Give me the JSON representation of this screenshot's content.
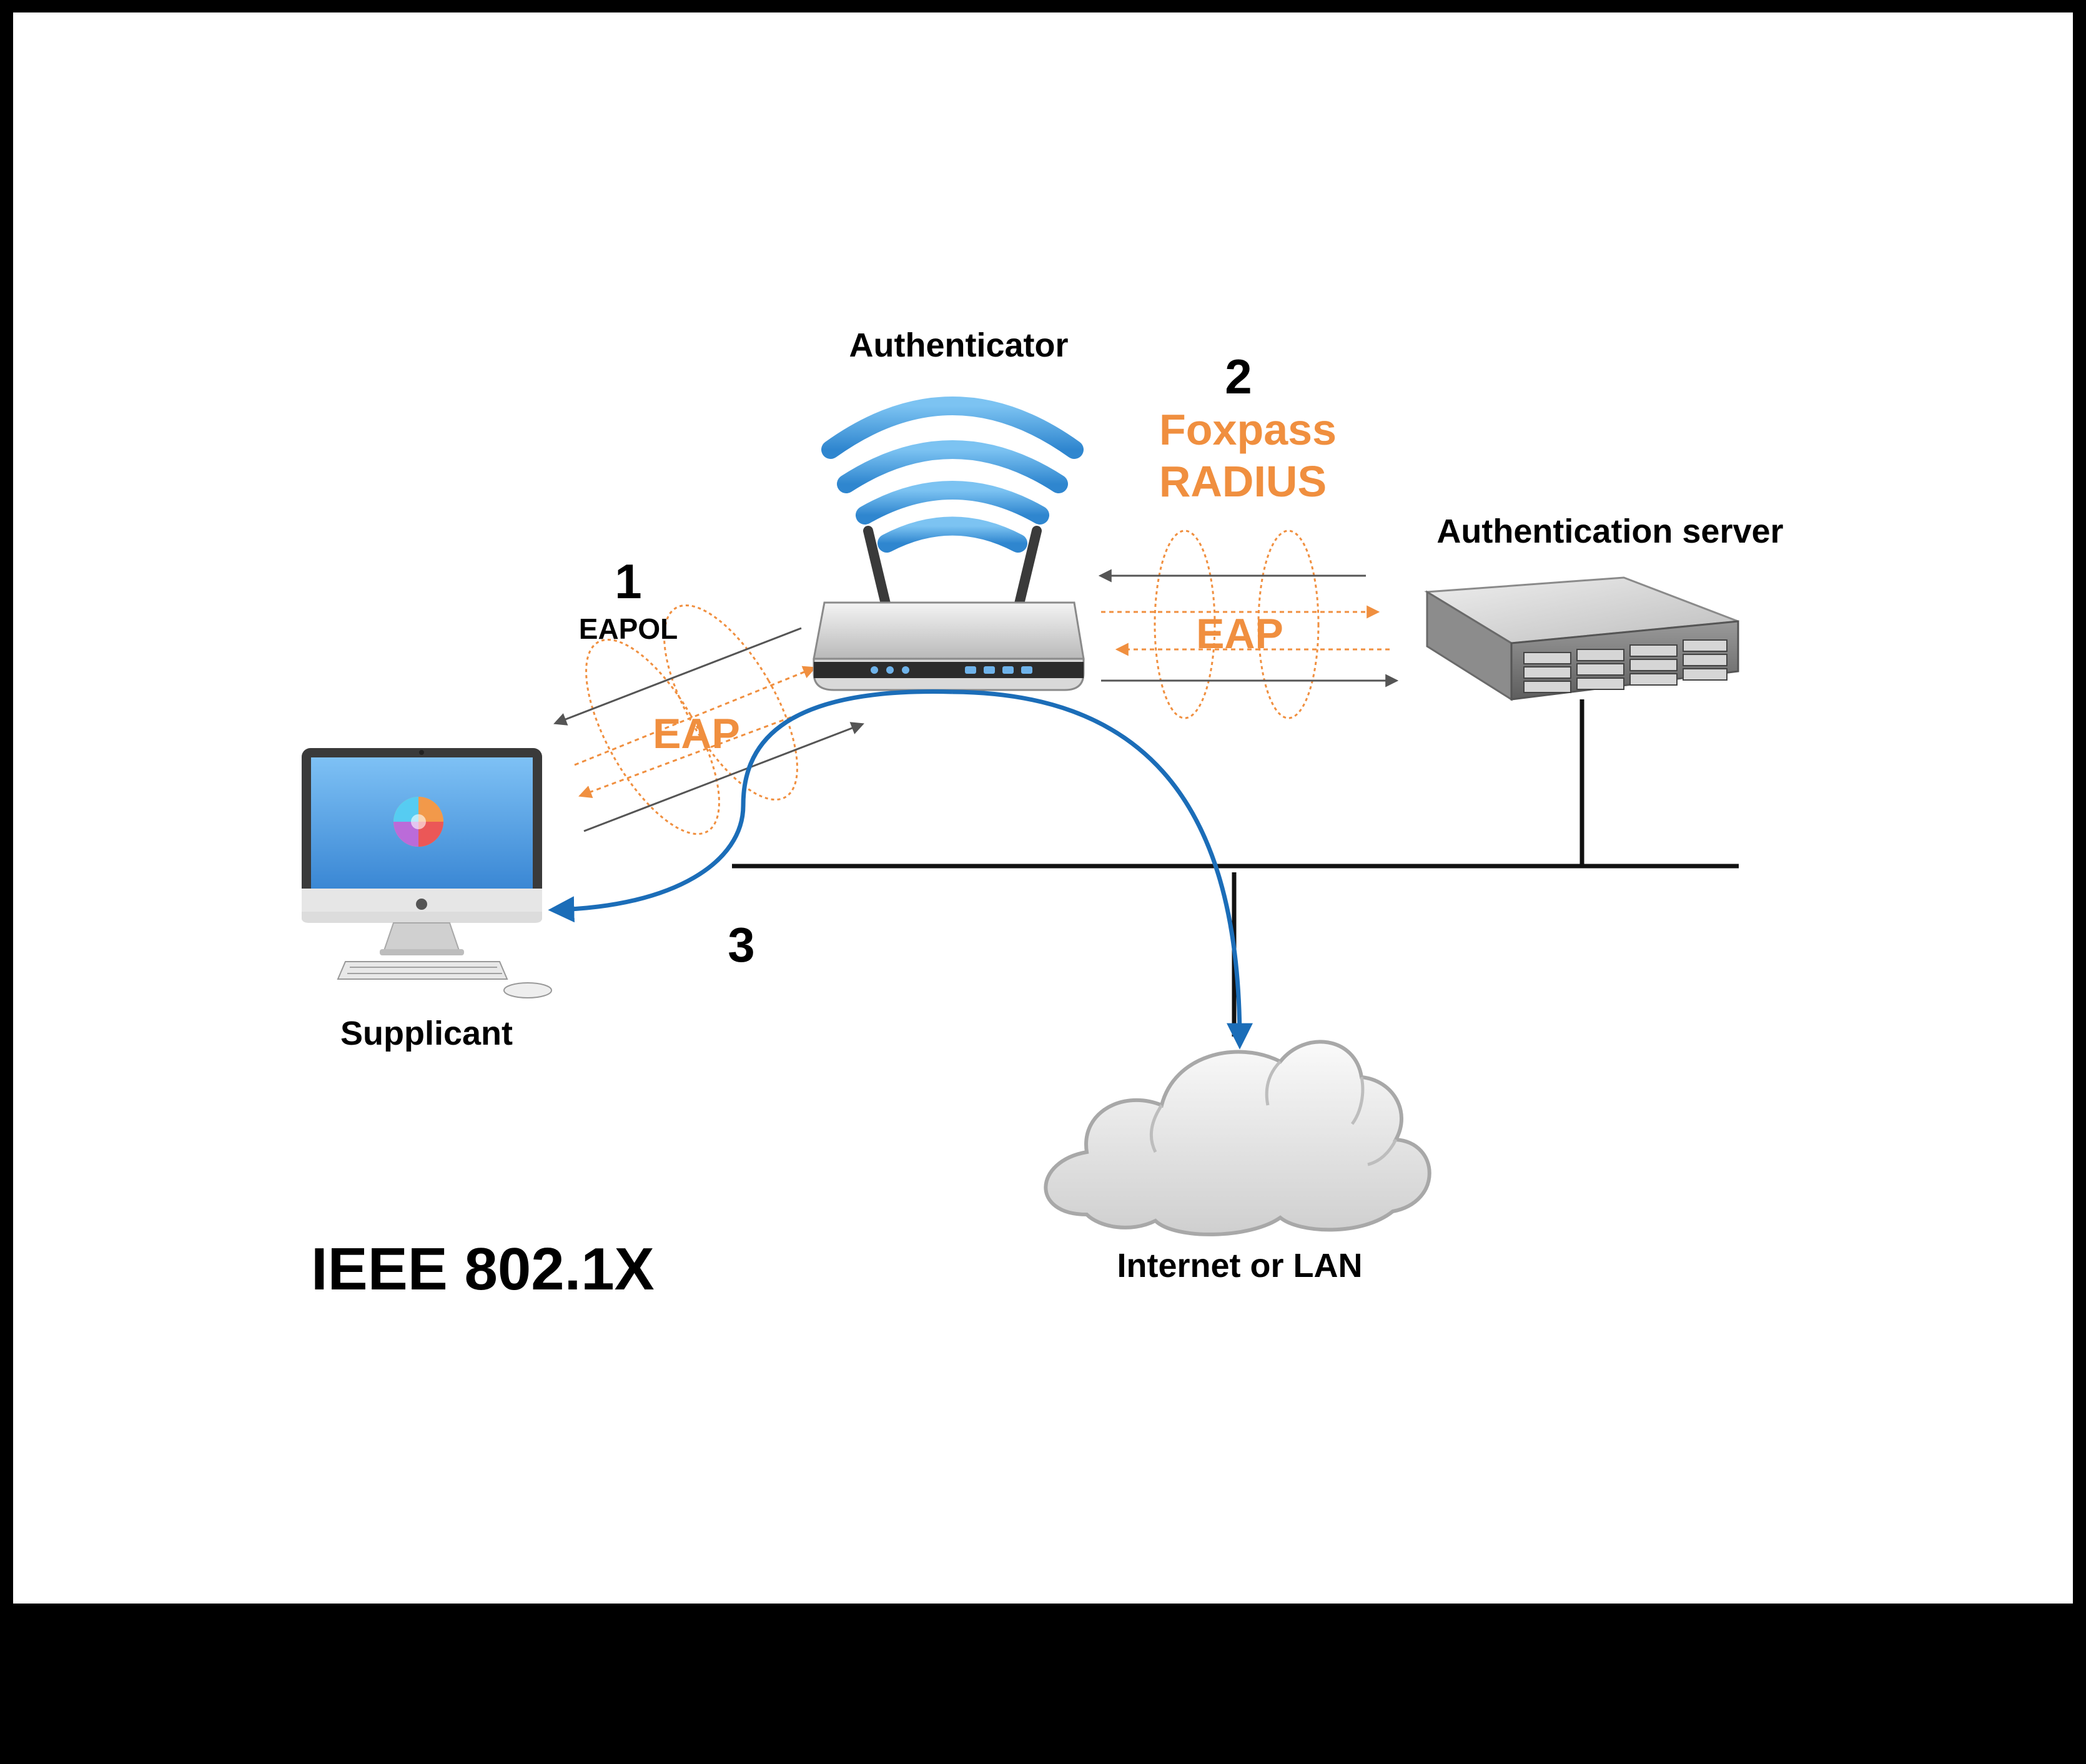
{
  "colors": {
    "frame": "#000000",
    "canvas": "#ffffff",
    "text": "#000000",
    "eap_orange": "#f08f3f",
    "link_blue": "#1b6db8",
    "wifi_blue": "#3b93d6",
    "line_gray": "#555555"
  },
  "labels": {
    "authenticator": "Authenticator",
    "step_two": "2",
    "foxpass": "Foxpass",
    "radius": "RADIUS",
    "auth_server": "Authentication server",
    "step_one": "1",
    "eapol": "EAPOL",
    "eap_left": "EAP",
    "eap_right": "EAP",
    "step_three": "3",
    "supplicant": "Supplicant",
    "internet": "Internet or LAN",
    "title": "IEEE 802.1X"
  },
  "icons": {
    "router": "wireless-router-icon",
    "server": "rack-server-icon",
    "computer": "desktop-computer-icon",
    "cloud": "cloud-icon"
  }
}
